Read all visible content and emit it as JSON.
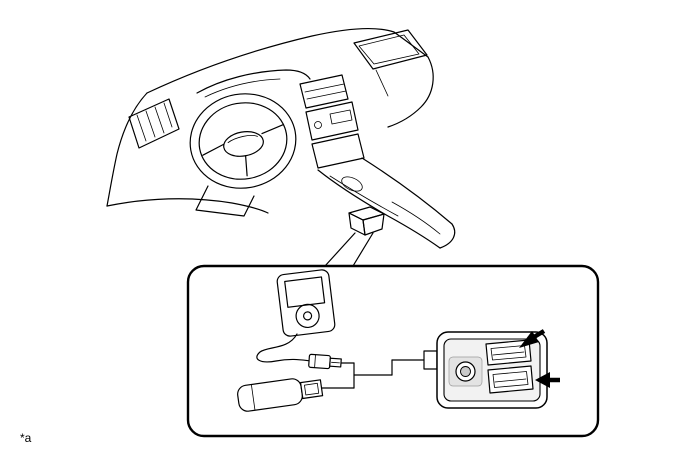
{
  "figure": {
    "description": "Line illustration of a vehicle instrument panel; a callout from the center console port shows a portable media player and a USB flash drive connecting to the USB and AUX port panel, with black arrows indicating the two USB ports",
    "footnote_label": "*a",
    "colors": {
      "line": "#000000",
      "paper": "#ffffff",
      "shade": "#e3e3e3",
      "panel_fill": "#f2f2f2"
    },
    "elements": [
      {
        "name": "instrument-panel-illustration"
      },
      {
        "name": "steering-wheel"
      },
      {
        "name": "center-console"
      },
      {
        "name": "console-port-unit"
      },
      {
        "name": "callout-box"
      },
      {
        "name": "portable-media-player-icon"
      },
      {
        "name": "usb-cable-icon"
      },
      {
        "name": "usb-flash-drive-icon"
      },
      {
        "name": "usb-aux-port-panel"
      },
      {
        "name": "aux-jack"
      },
      {
        "name": "usb-port-top"
      },
      {
        "name": "usb-port-bottom"
      },
      {
        "name": "insert-arrow-icons"
      }
    ]
  }
}
